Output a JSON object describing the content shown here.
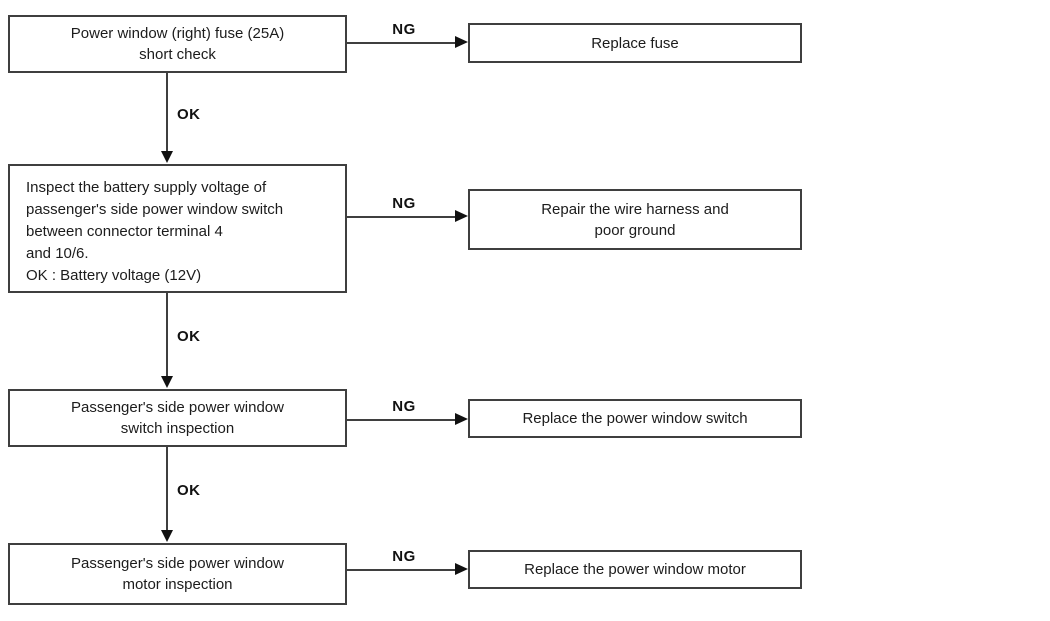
{
  "flowchart": {
    "title_hint": "Power window troubleshooting flowchart",
    "ok_label": "OK",
    "ng_label": "NG",
    "steps": [
      {
        "text": "Power window (right) fuse (25A)\nshort check"
      },
      {
        "text": "Inspect the battery supply voltage of\npassenger's side power window switch\nbetween connector terminal 4\nand 10/6.\nOK : Battery voltage (12V)"
      },
      {
        "text": "Passenger's side power window\nswitch inspection"
      },
      {
        "text": "Passenger's side power window\nmotor inspection"
      }
    ],
    "results": [
      {
        "text": "Replace fuse"
      },
      {
        "text": "Repair the wire harness and\npoor ground"
      },
      {
        "text": "Replace the power window switch"
      },
      {
        "text": "Replace the power window motor"
      }
    ],
    "colors": {
      "border": "#3f3f3f",
      "line": "#3f3f3f",
      "arrowhead": "#111111",
      "text": "#1c1c1c",
      "background": "#ffffff"
    }
  }
}
